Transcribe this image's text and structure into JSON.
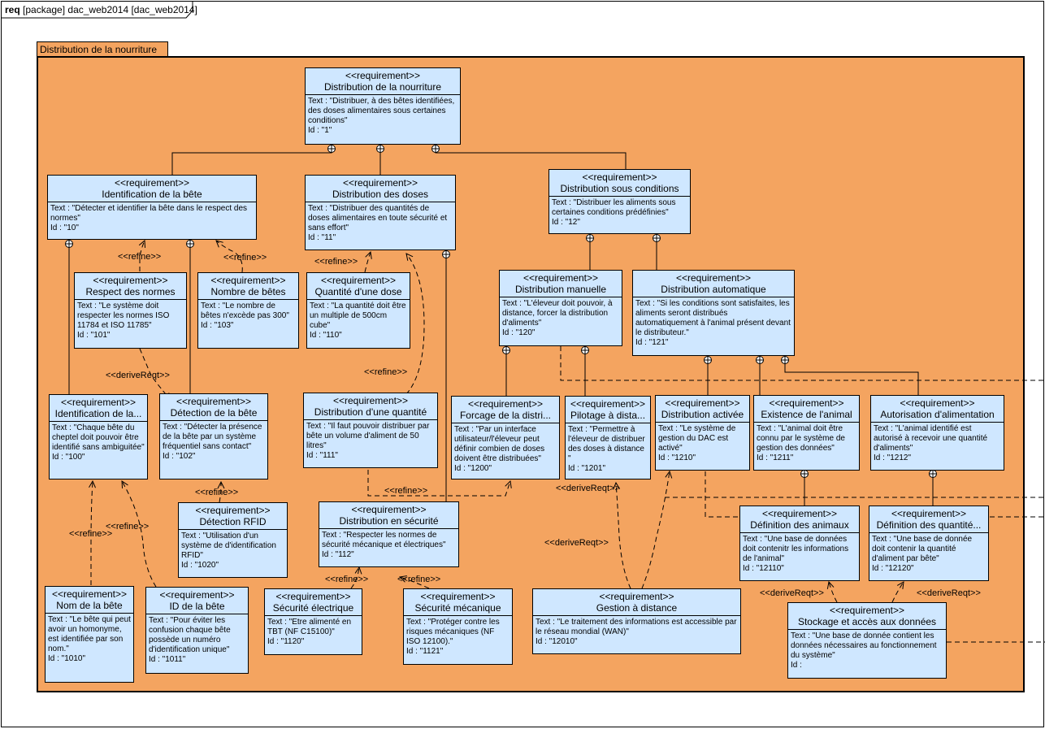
{
  "frame": {
    "keyword": "req",
    "title": "[package] dac_web2014 [dac_web2014]"
  },
  "package": {
    "name": "Distribution de la nourriture"
  },
  "stereotype": "<<requirement>>",
  "requirements": {
    "r1": {
      "name": "Distribution de la nourriture",
      "text": "Text : \"Distribuer, à des bêtes identifiées, des doses alimentaires  sous certaines conditions\"",
      "id": "Id : \"1\""
    },
    "r10": {
      "name": "Identification de la bête",
      "text": "Text : \"Détecter et identifier la bête dans le respect des normes\"",
      "id": "Id : \"10\""
    },
    "r11": {
      "name": "Distribution des doses",
      "text": "Text : \"Distribuer des quantités de doses alimentaires en toute sécurité et sans effort\"",
      "id": "Id : \"11\""
    },
    "r12": {
      "name": "Distribution sous conditions",
      "text": "Text : \"Distribuer les aliments sous certaines conditions prédéfinies\"",
      "id": "Id : \"12\""
    },
    "r101": {
      "name": "Respect des normes",
      "text": "Text : \"Le système doit respecter les normes ISO 11784 et ISO 11785\"",
      "id": "Id : \"101\""
    },
    "r103": {
      "name": "Nombre de bêtes",
      "text": "Text : \"Le nombre de bêtes n'excède pas 300\"",
      "id": "Id : \"103\""
    },
    "r110": {
      "name": "Quantité d'une dose",
      "text": "Text : \"La quantité doit être un multiple de 500cm cube\"",
      "id": "Id : \"110\""
    },
    "r120": {
      "name": "Distribution manuelle",
      "text": "Text : \"L'éleveur doit pouvoir, à distance, forcer la distribution d'aliments\"",
      "id": "Id : \"120\""
    },
    "r121": {
      "name": "Distribution automatique",
      "text": "Text : \"Si les conditions sont satisfaites, les aliments seront distribués automatiquement à l'animal présent devant le distributeur.\"",
      "id": "Id : \"121\""
    },
    "r100": {
      "name": "Identification de la...",
      "text": "Text : \"Chaque bête du cheptel doit pouvoir être identifié sans ambiguitée\"",
      "id": "Id : \"100\""
    },
    "r102": {
      "name": "Détection de la bête",
      "text": "Text : \"Détecter la présence de la bête par un système fréquentiel sans contact\"",
      "id": "Id : \"102\""
    },
    "r111": {
      "name": "Distribution d'une quantité",
      "text": "Text : \"Il faut pouvoir distribuer par bête un volume d'aliment de 50 litres\"",
      "id": "Id : \"111\""
    },
    "r1200": {
      "name": "Forcage de la distri...",
      "text": "Text : \"Par un interface utilisateur/l'éleveur peut définir combien de doses doivent être distribuées\"",
      "id": "Id : \"1200\""
    },
    "r1201": {
      "name": "Pilotage à dista...",
      "text": "Text : \"Permettre à l'éleveur de distribuer des doses à distance \"",
      "id": "Id : \"1201\""
    },
    "r1210": {
      "name": "Distribution activée",
      "text": "Text : \"Le système de gestion du DAC est activé\"",
      "id": "Id : \"1210\""
    },
    "r1211": {
      "name": "Existence de l'animal",
      "text": "Text : \"L'animal doit être connu par le système de gestion des données\"",
      "id": "Id : \"1211\""
    },
    "r1212": {
      "name": "Autorisation d'alimentation",
      "text": "Text : \"L'animal identifié est autorisé à recevoir une quantité d'aliments\"",
      "id": "Id : \"1212\""
    },
    "r1020": {
      "name": "Détection RFID",
      "text": "Text : \"Utilisation d'un système de d'identification RFID\"",
      "id": "Id : \"1020\""
    },
    "r112": {
      "name": "Distribution en sécurité",
      "text": "Text : \"Respecter les normes de sécurité mécanique et électriques\"",
      "id": "Id : \"112\""
    },
    "r12110": {
      "name": "Définition des animaux",
      "text": "Text : \"Une base de données doit contenitr les informations de l'animal\"",
      "id": "Id : \"12110\""
    },
    "r12120": {
      "name": "Définition des quantité...",
      "text": "Text : \"Une base de donnée doit contenir la quantité d'aliment par bête\"",
      "id": "Id : \"12120\""
    },
    "r1010": {
      "name": "Nom de la bête",
      "text": "Text : \"Le bête qui peut avoir un homonyme, est identifiée par son nom.\"",
      "id": "Id : \"1010\""
    },
    "r1011": {
      "name": "ID de la bête",
      "text": "Text : \"Pour éviter les confusion chaque bête possède un numéro d'identification unique\"",
      "id": "Id : \"1011\""
    },
    "r1120": {
      "name": "Sécurité électrique",
      "text": "Text : \"Etre alimenté en TBT (NF C15100)\"",
      "id": "Id : \"1120\""
    },
    "r1121": {
      "name": "Sécurité mécanique",
      "text": "Text : \"Protéger contre les risques mécaniques (NF ISO 12100).\"",
      "id": "Id : \"1121\""
    },
    "r12010": {
      "name": "Gestion à distance",
      "text": "Text : \"Le traitement des informations est accessible par le réseau mondial (WAN)\"",
      "id": "Id : \"12010\""
    },
    "rstock": {
      "name": "Stockage et accès aux données",
      "text": "Text : \"Une base de donnée contient les données nécessaires au fonctionnement du système\"",
      "id": "Id :"
    }
  },
  "relation_labels": {
    "refine_101": "<<refine>>",
    "refine_103": "<<refine>>",
    "refine_110": "<<refine>>",
    "derive_100_102": "<<deriveReqt>>",
    "refine_111": "<<refine>>",
    "refine_1020": "<<refine>>",
    "refine_111_1200": "<<refine>>",
    "refine_1010": "<<refine>>",
    "refine_1011": "<<refine>>",
    "refine_1120": "<<refine>>",
    "refine_1121": "<<refine>>",
    "derive_1201": "<<deriveReqt>>",
    "derive_1210": "<<deriveReqt>>",
    "derive_12110": "<<deriveReqt>>",
    "derive_12120": "<<deriveReqt>>"
  },
  "colors": {
    "package_fill": "#f4a460",
    "requirement_fill": "#cfe7ff",
    "line": "#000000"
  }
}
